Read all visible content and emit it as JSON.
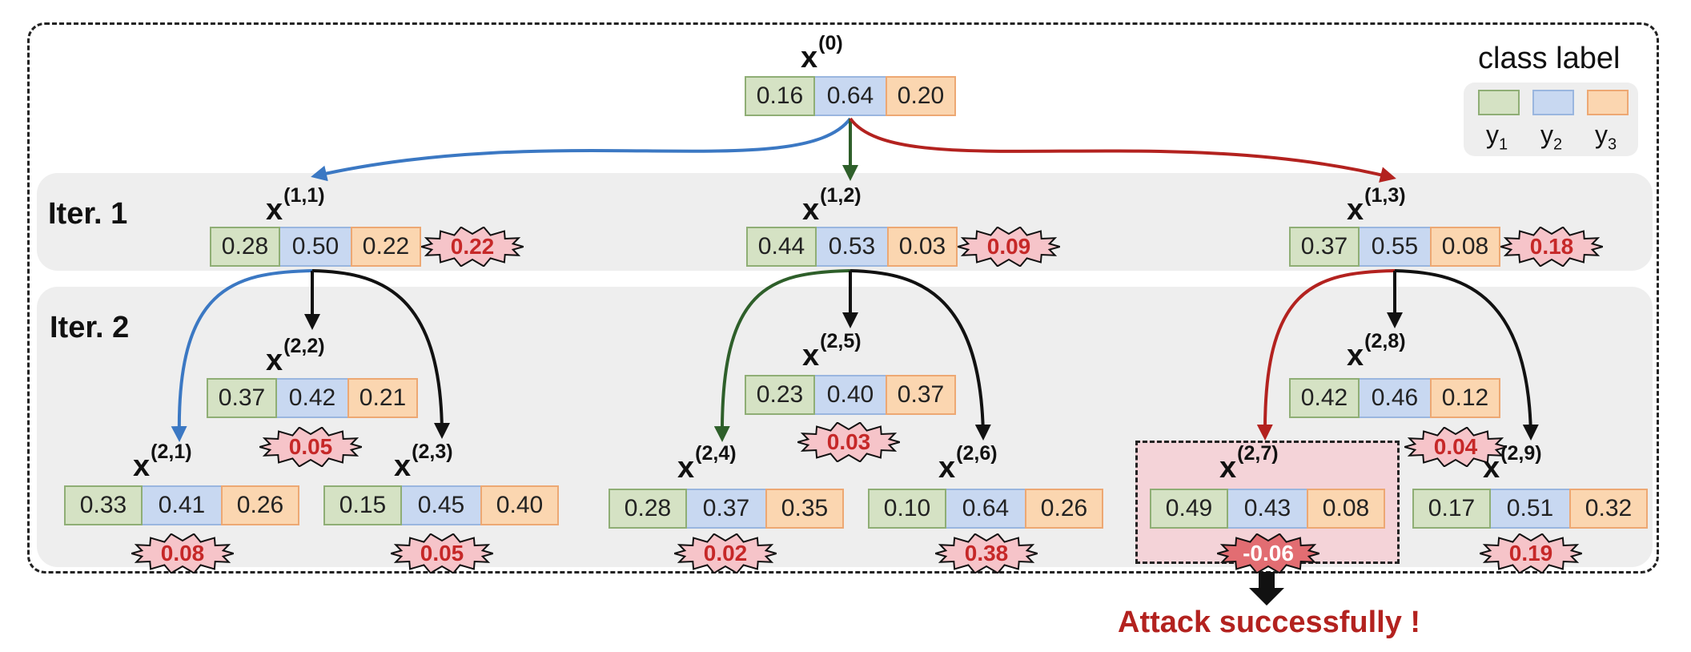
{
  "iter_labels": [
    "Iter. 1",
    "Iter. 2"
  ],
  "legend": {
    "title": "class label",
    "items": [
      {
        "base": "y",
        "sub": "1",
        "color": "#d5e2c4"
      },
      {
        "base": "y",
        "sub": "2",
        "color": "#c8d8f1"
      },
      {
        "base": "y",
        "sub": "3",
        "color": "#fbd6b0"
      }
    ]
  },
  "nodes": [
    {
      "id": "n0",
      "base": "x",
      "sup": "(0)",
      "probs": [
        "0.16",
        "0.64",
        "0.20"
      ],
      "margin": null
    },
    {
      "id": "n11",
      "base": "x",
      "sup": "(1,1)",
      "probs": [
        "0.28",
        "0.50",
        "0.22"
      ],
      "margin": "0.22"
    },
    {
      "id": "n12",
      "base": "x",
      "sup": "(1,2)",
      "probs": [
        "0.44",
        "0.53",
        "0.03"
      ],
      "margin": "0.09"
    },
    {
      "id": "n13",
      "base": "x",
      "sup": "(1,3)",
      "probs": [
        "0.37",
        "0.55",
        "0.08"
      ],
      "margin": "0.18"
    },
    {
      "id": "n21",
      "base": "x",
      "sup": "(2,1)",
      "probs": [
        "0.33",
        "0.41",
        "0.26"
      ],
      "margin": "0.08"
    },
    {
      "id": "n22",
      "base": "x",
      "sup": "(2,2)",
      "probs": [
        "0.37",
        "0.42",
        "0.21"
      ],
      "margin": "0.05"
    },
    {
      "id": "n23",
      "base": "x",
      "sup": "(2,3)",
      "probs": [
        "0.15",
        "0.45",
        "0.40"
      ],
      "margin": "0.05"
    },
    {
      "id": "n24",
      "base": "x",
      "sup": "(2,4)",
      "probs": [
        "0.28",
        "0.37",
        "0.35"
      ],
      "margin": "0.02"
    },
    {
      "id": "n25",
      "base": "x",
      "sup": "(2,5)",
      "probs": [
        "0.23",
        "0.40",
        "0.37"
      ],
      "margin": "0.03"
    },
    {
      "id": "n26",
      "base": "x",
      "sup": "(2,6)",
      "probs": [
        "0.10",
        "0.64",
        "0.26"
      ],
      "margin": "0.38"
    },
    {
      "id": "n27",
      "base": "x",
      "sup": "(2,7)",
      "probs": [
        "0.49",
        "0.43",
        "0.08"
      ],
      "margin": "-0.06"
    },
    {
      "id": "n28",
      "base": "x",
      "sup": "(2,8)",
      "probs": [
        "0.42",
        "0.46",
        "0.12"
      ],
      "margin": "0.04"
    },
    {
      "id": "n29",
      "base": "x",
      "sup": "(2,9)",
      "probs": [
        "0.17",
        "0.51",
        "0.32"
      ],
      "margin": "0.19"
    }
  ],
  "attack_text": "Attack successfully !",
  "colors": {
    "class1": "#d5e2c4",
    "class2": "#c8d8f1",
    "class3": "#fbd6b0",
    "arrow_blue": "#3b78c3",
    "arrow_green": "#2e5f2a",
    "arrow_red": "#b3221f",
    "arrow_black": "#111111",
    "margin_fill": "#f6c4c9",
    "margin_success_fill": "#e26d72",
    "success_box": "#f4d3d8"
  }
}
